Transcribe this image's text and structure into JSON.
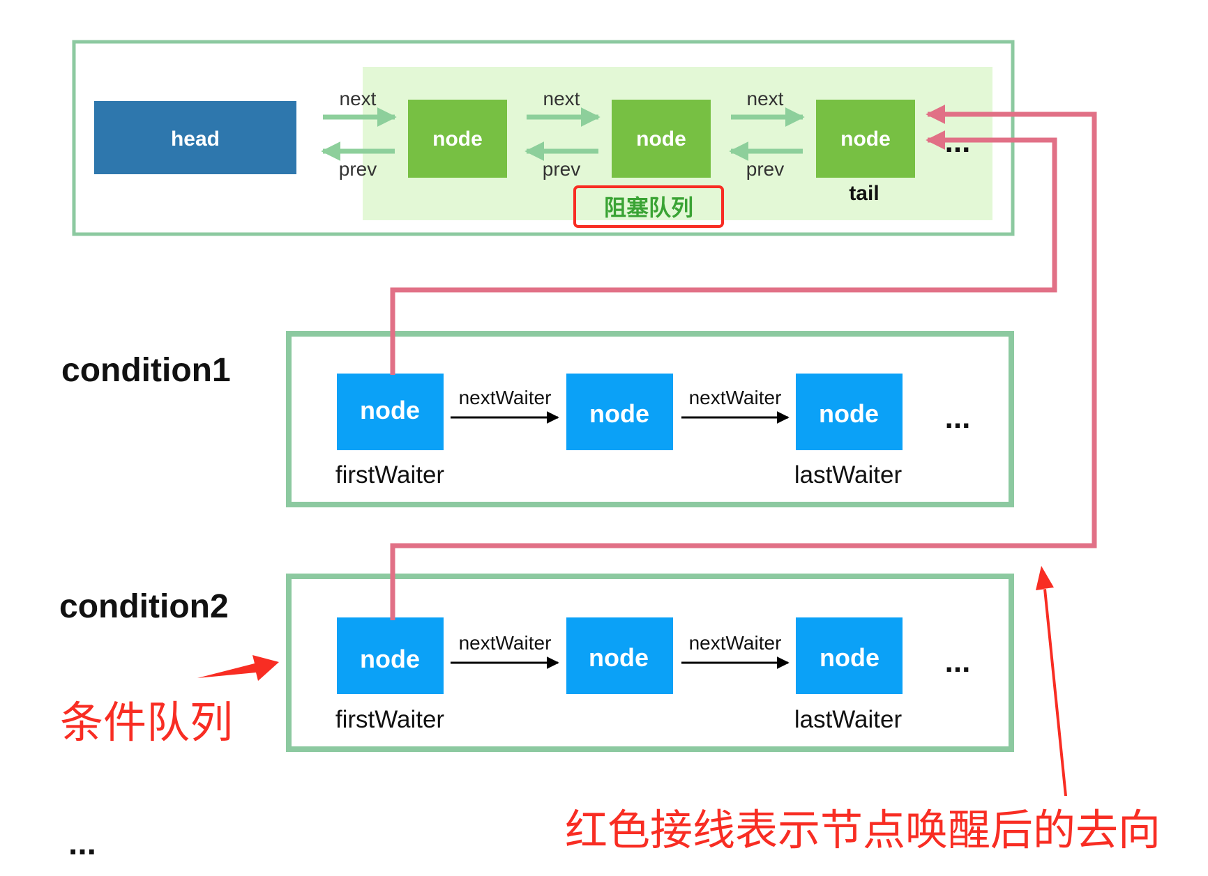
{
  "colors": {
    "outer_border": "#8cc9a0",
    "sync_area_bg": "#e3f8d6",
    "head_fill": "#2e77ad",
    "sync_node_fill": "#77c043",
    "cond_node_fill": "#0ba1f7",
    "link_arrow": "#8dcf9b",
    "wake_line": "#e17086",
    "annotation_red": "#f82d23"
  },
  "sync_queue": {
    "head_label": "head",
    "node_labels": [
      "node",
      "node",
      "node"
    ],
    "next_labels": [
      "next",
      "next",
      "next"
    ],
    "prev_labels": [
      "prev",
      "prev",
      "prev"
    ],
    "tail_label": "tail",
    "ellipsis": "...",
    "caption": "阻塞队列"
  },
  "conditions": [
    {
      "title": "condition1",
      "node_labels": [
        "node",
        "node",
        "node"
      ],
      "link_labels": [
        "nextWaiter",
        "nextWaiter"
      ],
      "first_label": "firstWaiter",
      "last_label": "lastWaiter",
      "ellipsis": "..."
    },
    {
      "title": "condition2",
      "node_labels": [
        "node",
        "node",
        "node"
      ],
      "link_labels": [
        "nextWaiter",
        "nextWaiter"
      ],
      "first_label": "firstWaiter",
      "last_label": "lastWaiter",
      "ellipsis": "..."
    }
  ],
  "more_conditions": "...",
  "annotations": {
    "condition_queue": "条件队列",
    "wake_explanation": "红色接线表示节点唤醒后的去向"
  }
}
